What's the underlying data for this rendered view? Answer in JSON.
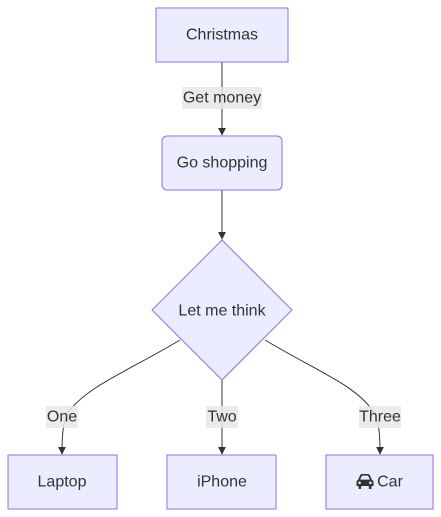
{
  "diagram": {
    "nodes": {
      "christmas": {
        "label": "Christmas",
        "shape": "rect"
      },
      "shopping": {
        "label": "Go shopping",
        "shape": "rounded-rect"
      },
      "decision": {
        "label": "Let me think",
        "shape": "diamond"
      },
      "laptop": {
        "label": "Laptop",
        "shape": "rect"
      },
      "iphone": {
        "label": "iPhone",
        "shape": "rect"
      },
      "car": {
        "label": "Car",
        "shape": "rect",
        "icon": "car-icon"
      }
    },
    "edges": [
      {
        "from": "christmas",
        "to": "shopping",
        "label": "Get money"
      },
      {
        "from": "shopping",
        "to": "decision",
        "label": ""
      },
      {
        "from": "decision",
        "to": "laptop",
        "label": "One"
      },
      {
        "from": "decision",
        "to": "iphone",
        "label": "Two"
      },
      {
        "from": "decision",
        "to": "car",
        "label": "Three"
      }
    ],
    "colors": {
      "node_fill": "#ececff",
      "node_stroke": "#9370db",
      "edge": "#333333",
      "label_bg": "#e8e8e8",
      "text": "#333333"
    }
  }
}
